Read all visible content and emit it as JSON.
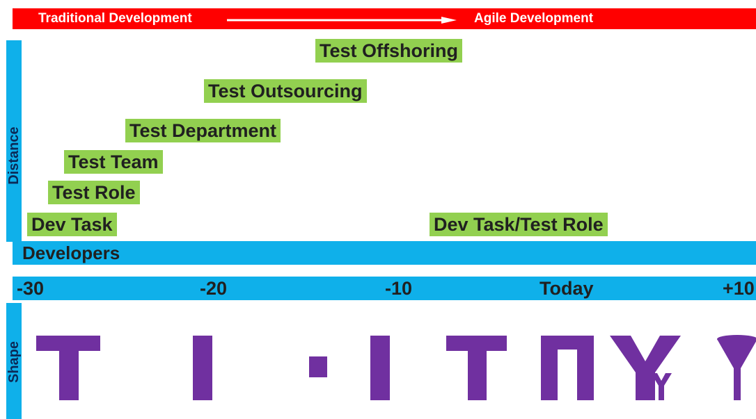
{
  "banner": {
    "left_label": "Traditional Development",
    "right_label": "Agile Development",
    "color": "#ff0000",
    "arrow_icon": "arrow-right"
  },
  "axes": {
    "distance_label": "Distance",
    "shape_label": "Shape",
    "axis_color": "#0fb0ea"
  },
  "distance_items": [
    "Test Offshoring",
    "Test Outsourcing",
    "Test Department",
    "Test Team",
    "Test Role",
    "Dev Task",
    "Dev Task/Test Role"
  ],
  "box_color": "#92d050",
  "developers_label": "Developers",
  "timeline": {
    "ticks": [
      "-30",
      "-20",
      "-10",
      "Today",
      "+10"
    ]
  },
  "shapes": {
    "color": "#7030a0",
    "items": [
      "T-shape",
      "I-shape",
      "dash-I-shape",
      "T-shape",
      "pi-shape",
      "Y-shape",
      "funnel-shape"
    ]
  }
}
